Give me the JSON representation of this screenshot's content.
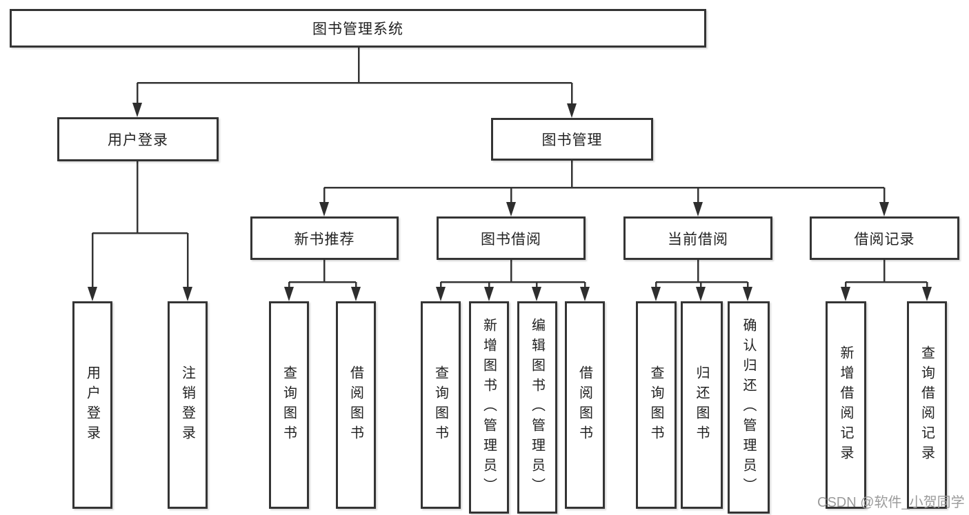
{
  "diagram": {
    "root": "图书管理系统",
    "branches": [
      {
        "label": "用户登录",
        "children": [
          "用户登录",
          "注销登录"
        ]
      },
      {
        "label": "图书管理",
        "sections": [
          {
            "label": "新书推荐",
            "children": [
              "查询图书",
              "借阅图书"
            ]
          },
          {
            "label": "图书借阅",
            "children": [
              "查询图书",
              "新增图书（管理员）",
              "编辑图书（管理员）",
              "借阅图书"
            ]
          },
          {
            "label": "当前借阅",
            "children": [
              "查询图书",
              "归还图书",
              "确认归还（管理员）"
            ]
          },
          {
            "label": "借阅记录",
            "children": [
              "新增借阅记录",
              "查询借阅记录"
            ]
          }
        ]
      }
    ]
  },
  "watermark": "CSDN @软件_小贺同学",
  "colors": {
    "background": "#ffffff",
    "box_border": "#343434",
    "connector_line": "#343434",
    "text": "#222222",
    "watermark_text": "#9b9b9b"
  }
}
